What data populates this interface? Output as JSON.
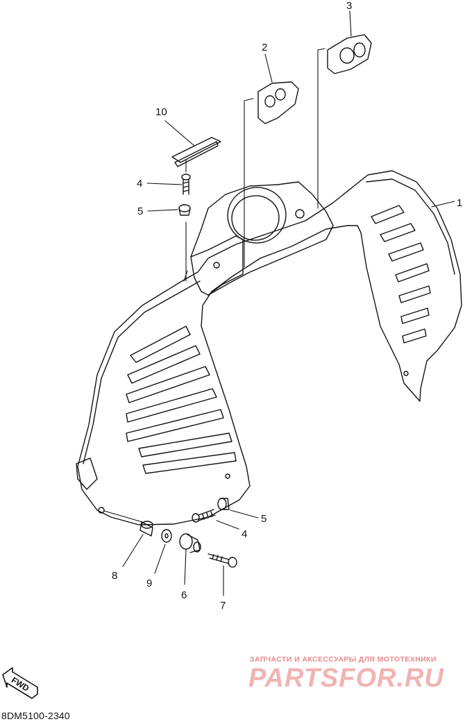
{
  "diagram": {
    "drawing_code": "8DM5100-2340",
    "fwd_label": "FWD",
    "callouts": [
      {
        "id": "c1",
        "label": "1"
      },
      {
        "id": "c2",
        "label": "2"
      },
      {
        "id": "c3",
        "label": "3"
      },
      {
        "id": "c4a",
        "label": "4"
      },
      {
        "id": "c4b",
        "label": "4"
      },
      {
        "id": "c5a",
        "label": "5"
      },
      {
        "id": "c5b",
        "label": "5"
      },
      {
        "id": "c6",
        "label": "6"
      },
      {
        "id": "c7",
        "label": "7"
      },
      {
        "id": "c8",
        "label": "8"
      },
      {
        "id": "c9",
        "label": "9"
      },
      {
        "id": "c10",
        "label": "10"
      }
    ]
  },
  "watermark": {
    "tagline": "ЗАПЧАСТИ И АКСЕССУАРЫ ДЛЯ МОТОТЕХНИКИ",
    "brand": "PARTSFOR.RU"
  },
  "colors": {
    "line": "#111111",
    "watermark": "#f1b3b3"
  }
}
